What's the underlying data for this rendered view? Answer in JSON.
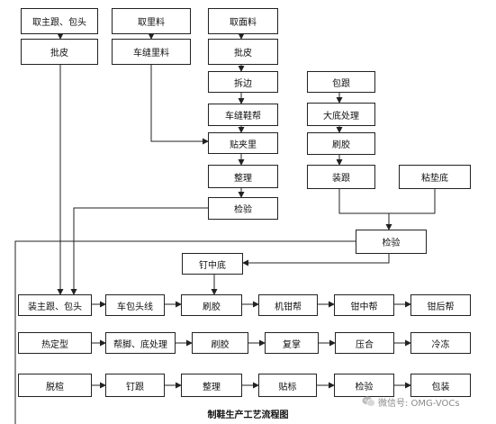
{
  "nodes": {
    "qu_zhugen_baotou": "取主跟、包头",
    "pi_pi_1": "批皮",
    "qu_liliao": "取里料",
    "che_feng_liliao": "车缝里料",
    "qu_mianliao": "取面料",
    "pi_pi_2": "批皮",
    "chai_bian": "拆边",
    "che_feng_xiebang": "车缝鞋帮",
    "tie_jiali": "贴夹里",
    "zheng_li_1": "整理",
    "jian_yan_1": "检验",
    "bao_gen": "包跟",
    "da_di_chuli": "大底处理",
    "shua_jiao_1": "刷胶",
    "zhuang_gen": "装跟",
    "zhan_dian_di": "粘垫底",
    "jian_yan_2": "检验",
    "ding_zhong_di": "钉中底",
    "zhuang_zhugen_baotou": "装主跟、包头",
    "che_baotou_xian": "车包头线",
    "shua_jiao_2": "刷胶",
    "ji_qian_bang": "机钳帮",
    "qian_zhong_bang": "钳中帮",
    "qian_hou_bang": "钳后帮",
    "re_ding_xing": "热定型",
    "bang_jiao_di_chuli": "帮脚、底处理",
    "shua_jiao_3": "刷胶",
    "fu_zhang": "复掌",
    "ya_he": "压合",
    "leng_dong": "冷冻",
    "tuo_xuan": "脱楦",
    "ding_gen": "钉跟",
    "zheng_li_2": "整理",
    "tie_biao": "贴标",
    "jian_yan_3": "检验",
    "bao_zhuang": "包装"
  },
  "caption": "制鞋生产工艺流程图",
  "watermark": {
    "text": "微信号: OMG-VOCs",
    "icon": "wechat-icon"
  },
  "colors": {
    "stroke": "#222222",
    "text": "#111111",
    "watermark": "#8a8a8a"
  }
}
